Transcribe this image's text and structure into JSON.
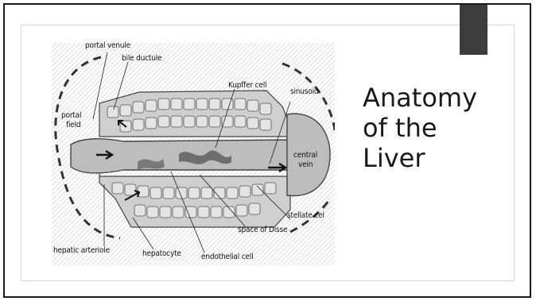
{
  "slide": {
    "title_lines": [
      "Anatomy",
      "of the",
      "Liver"
    ]
  },
  "diagram": {
    "labels": {
      "portal_venule": "portal venule",
      "bile_ductule": "bile ductule",
      "portal_field_1": "portal",
      "portal_field_2": "field",
      "kupffer_cell": "Kupffer cell",
      "sinusoid": "sinusoid",
      "central_vein_1": "central",
      "central_vein_2": "vein",
      "stellate_cell": "stellate cel",
      "space_of_disse": "space of Disse",
      "hepatic_arteriole": "hepatic arteriole",
      "hepatocyte": "hepatocyte",
      "endothelial_cell": "endothelial cell"
    }
  },
  "colors": {
    "frame": "#1a1a1a",
    "corner_tab": "#3c3c3c",
    "panel_border": "#d6d6d6",
    "diagram_fill": "#c8c8c8",
    "diagram_dark": "#6e6e6e",
    "text": "#1a1a1a"
  }
}
